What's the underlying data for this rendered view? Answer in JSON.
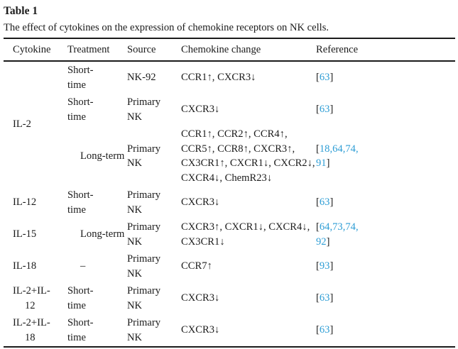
{
  "table": {
    "label": "Table 1",
    "caption": "The effect of cytokines on the expression of chemokine receptors on NK cells.",
    "columns": [
      "Cytokine",
      "Treatment",
      "Source",
      "Chemokine change",
      "Reference"
    ],
    "link_color": "#2d9dd5",
    "text_color": "#1b1b1b",
    "rule_color": "#1a1a1a",
    "rows": [
      {
        "cytokine": [
          "IL-2"
        ],
        "cytokine_rowspan": 3,
        "treatment": [
          "Short-",
          "time"
        ],
        "source": [
          "NK-92"
        ],
        "chemokine": [
          "CCR1↑, CXCR3↓"
        ],
        "reference": [
          "63"
        ]
      },
      {
        "treatment": [
          "Short-",
          "time"
        ],
        "source": [
          "Primary",
          "NK"
        ],
        "chemokine": [
          "CXCR3↓"
        ],
        "reference": [
          "63"
        ]
      },
      {
        "treatment": [
          "Long-term"
        ],
        "source": [
          "Primary",
          "NK"
        ],
        "chemokine": [
          "CCR1↑, CCR2↑, CCR4↑,",
          "CCR5↑, CCR8↑, CXCR3↑,",
          "CX3CR1↑, CXCR1↓, CXCR2↓,",
          "CXCR4↓, ChemR23↓"
        ],
        "reference": [
          "18,64,74,",
          "91"
        ]
      },
      {
        "cytokine": [
          "IL-12"
        ],
        "cytokine_rowspan": 1,
        "treatment": [
          "Short-",
          "time"
        ],
        "source": [
          "Primary",
          "NK"
        ],
        "chemokine": [
          "CXCR3↓"
        ],
        "reference": [
          "63"
        ]
      },
      {
        "cytokine": [
          "IL-15"
        ],
        "cytokine_rowspan": 1,
        "treatment": [
          "Long-term"
        ],
        "source": [
          "Primary",
          "NK"
        ],
        "chemokine": [
          "CXCR3↑, CXCR1↓, CXCR4↓,",
          "CX3CR1↓"
        ],
        "reference": [
          "64,73,74,",
          "92"
        ]
      },
      {
        "cytokine": [
          "IL-18"
        ],
        "cytokine_rowspan": 1,
        "treatment": [
          "–"
        ],
        "source": [
          "Primary",
          "NK"
        ],
        "chemokine": [
          "CCR7↑"
        ],
        "reference": [
          "93"
        ]
      },
      {
        "cytokine": [
          "IL-2+IL-",
          "12"
        ],
        "cytokine_rowspan": 1,
        "treatment": [
          "Short-",
          "time"
        ],
        "source": [
          "Primary",
          "NK"
        ],
        "chemokine": [
          "CXCR3↓"
        ],
        "reference": [
          "63"
        ]
      },
      {
        "cytokine": [
          "IL-2+IL-",
          "18"
        ],
        "cytokine_rowspan": 1,
        "treatment": [
          "Short-",
          "time"
        ],
        "source": [
          "Primary",
          "NK"
        ],
        "chemokine": [
          "CXCR3↓"
        ],
        "reference": [
          "63"
        ]
      }
    ]
  }
}
